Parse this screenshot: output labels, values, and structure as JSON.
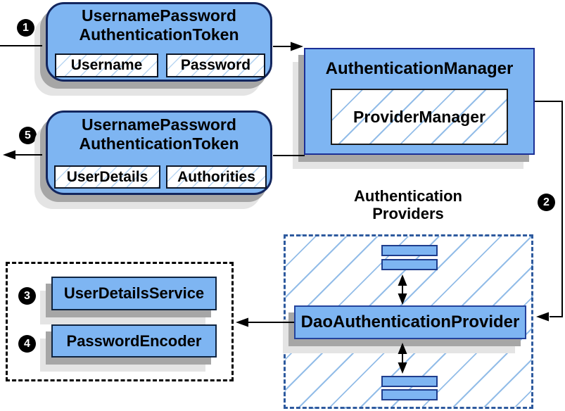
{
  "steps": {
    "1": "1",
    "2": "2",
    "3": "3",
    "4": "4",
    "5": "5"
  },
  "request_token": {
    "title_line1": "UsernamePassword",
    "title_line2": "AuthenticationToken",
    "fields": [
      "Username",
      "Password"
    ]
  },
  "auth_manager": {
    "title": "AuthenticationManager",
    "inner": "ProviderManager"
  },
  "response_token": {
    "title_line1": "UsernamePassword",
    "title_line2": "AuthenticationToken",
    "fields": [
      "UserDetails",
      "Authorities"
    ]
  },
  "providers": {
    "label_line1": "Authentication",
    "label_line2": "Providers",
    "main": "DaoAuthenticationProvider"
  },
  "services": {
    "items": [
      {
        "step": "3",
        "label": "UserDetailsService"
      },
      {
        "step": "4",
        "label": "PasswordEncoder"
      }
    ]
  },
  "colors": {
    "box_fill": "#7eb5f2",
    "rounded_border": "#13265e",
    "rect_border": "#1b2f96",
    "hatch_line": "#93bde8",
    "providers_dash": "#2e5a9e",
    "shadow_dark": "#a6a6a6",
    "shadow_light": "#e4e4e4",
    "line": "#000000"
  }
}
